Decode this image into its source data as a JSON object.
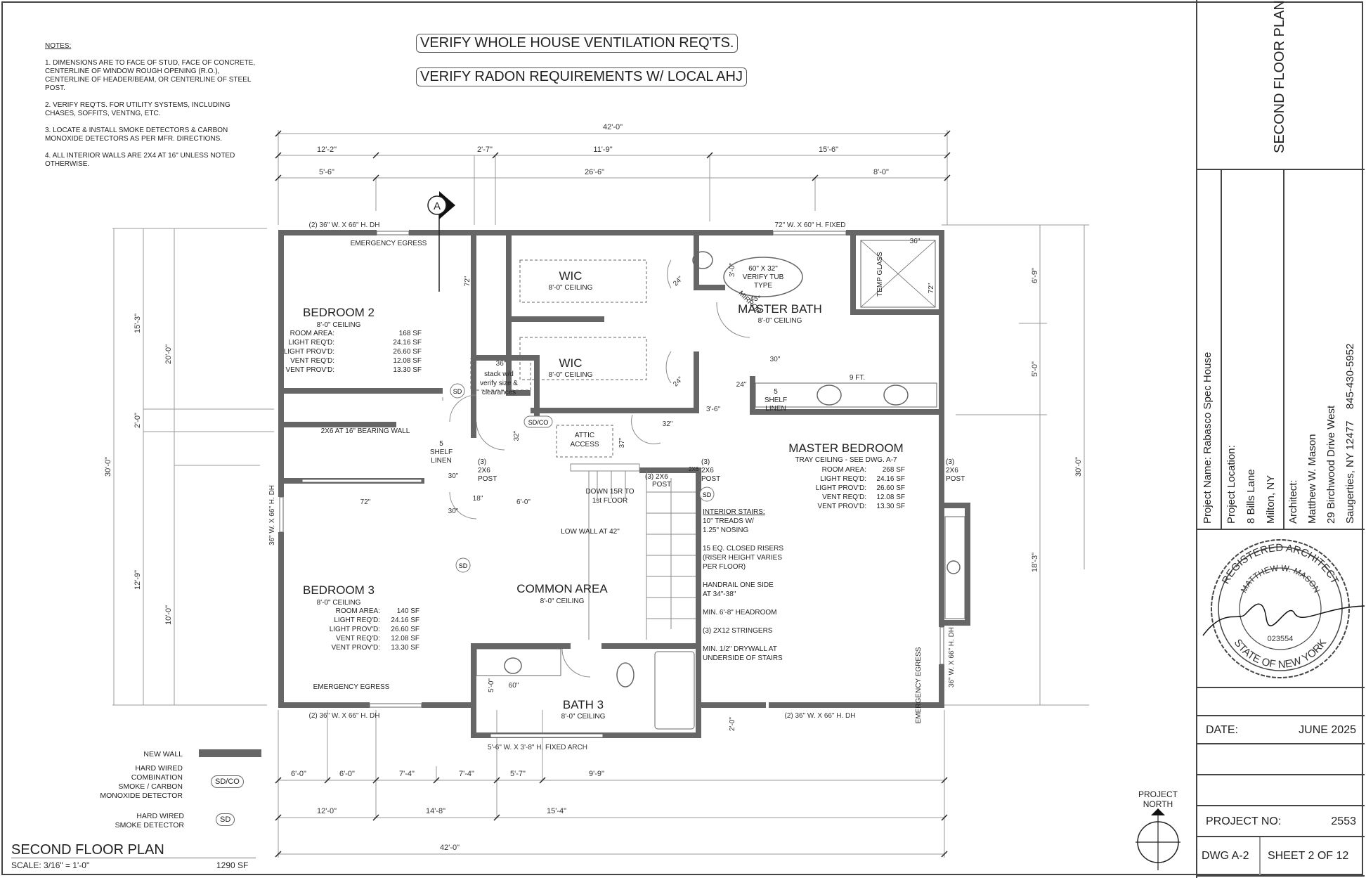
{
  "notes": {
    "heading": "NOTES:",
    "items": [
      "1.  DIMENSIONS ARE TO FACE OF STUD, FACE OF CONCRETE, CENTERLINE OF WINDOW ROUGH OPENING (R.O.), CENTERLINE OF HEADER/BEAM, OR CENTERLINE OF STEEL POST.",
      "2.  VERIFY REQ'TS. FOR UTILITY SYSTEMS, INCLUDING CHASES, SOFFITS, VENTNG, ETC.",
      "3.  LOCATE & INSTALL SMOKE DETECTORS & CARBON MONOXIDE DETECTORS AS PER MFR. DIRECTIONS.",
      "4.  ALL INTERIOR WALLS ARE 2X4 AT 16\" UNLESS NOTED OTHERWISE."
    ]
  },
  "callouts": {
    "ventilation": "VERIFY WHOLE HOUSE VENTILATION REQ'TS.",
    "radon": "VERIFY RADON REQUIREMENTS W/ LOCAL AHJ"
  },
  "dimensions": {
    "top_overall": "42'-0\"",
    "top_row2": [
      "12'-2\"",
      "2'-7\"",
      "11'-9\"",
      "15'-6\""
    ],
    "top_row3": [
      "5'-6\"",
      "26'-6\"",
      "8'-0\""
    ],
    "bottom_row1": [
      "6'-0\"",
      "6'-0\"",
      "7'-4\"",
      "7'-4\"",
      "5'-7\"",
      "9'-9\""
    ],
    "bottom_row2": [
      "12'-0\"",
      "14'-8\"",
      "15'-4\""
    ],
    "bottom_overall": "42'-0\"",
    "left_overall": "30'-0\"",
    "left_row2": [
      "15'-3\"",
      "2'-0\"",
      "12'-9\""
    ],
    "left_row3": [
      "20'-0\"",
      "10'-0\""
    ],
    "right_overall": "30'-0\"",
    "right_row2": [
      "6'-9\"",
      "5'-0\"",
      "18'-3\""
    ]
  },
  "section_marker": "A",
  "windows": {
    "top_left": "(2) 36\" W. X 66\" H. DH",
    "top_right": "72\" W. X 60\" H. FIXED",
    "left": "36\" W. X 66\" H. DH",
    "bottom_left": "(2) 36\" W. X 66\" H. DH",
    "bottom_mid": "5'-6\" W. X 3'-8\" H. FIXED ARCH",
    "bottom_right": "(2) 36\" W. X 66\" H. DH",
    "right": "36\" W. X 66\" H. DH"
  },
  "rooms": {
    "bedroom2": {
      "name": "BEDROOM 2",
      "ceiling": "8'-0\" CEILING",
      "labels": [
        "ROOM AREA:",
        "LIGHT REQ'D:",
        "LIGHT PROV'D:",
        "VENT REQ'D:",
        "VENT PROV'D:"
      ],
      "values": [
        "168 SF",
        "24.16 SF",
        "26.60 SF",
        "12.08 SF",
        "13.30 SF"
      ]
    },
    "bedroom3": {
      "name": "BEDROOM 3",
      "ceiling": "8'-0\" CEILING",
      "labels": [
        "ROOM AREA:",
        "LIGHT REQ'D:",
        "LIGHT PROV'D:",
        "VENT REQ'D:",
        "VENT PROV'D:"
      ],
      "values": [
        "140 SF",
        "24.16 SF",
        "26.60 SF",
        "12.08 SF",
        "13.30 SF"
      ]
    },
    "master_bedroom": {
      "name": "MASTER BEDROOM",
      "ceiling": "TRAY CEILING - SEE DWG. A-7",
      "labels": [
        "ROOM AREA:",
        "LIGHT REQ'D:",
        "LIGHT PROV'D:",
        "VENT REQ'D:",
        "VENT PROV'D:"
      ],
      "values": [
        "268 SF",
        "24.16 SF",
        "26.60 SF",
        "12.08 SF",
        "13.30 SF"
      ]
    },
    "wic1": {
      "name": "WIC",
      "ceiling": "8'-0\" CEILING"
    },
    "wic2": {
      "name": "WIC",
      "ceiling": "8'-0\" CEILING"
    },
    "master_bath": {
      "name": "MASTER BATH",
      "ceiling": "8'-0\" CEILING"
    },
    "common_area": {
      "name": "COMMON AREA",
      "ceiling": "8'-0\" CEILING"
    },
    "bath3": {
      "name": "BATH 3",
      "ceiling": "8'-0\" CEILING"
    }
  },
  "annotations": {
    "emergency_egress": "EMERGENCY EGRESS",
    "bearing_wall": "2X6 AT 16\" BEARING WALL",
    "stack_wd": [
      "stack w/d",
      "verify size &",
      "clearances"
    ],
    "attic_access": [
      "ATTIC",
      "ACCESS"
    ],
    "post": [
      "(3)",
      "2X6",
      "POST"
    ],
    "post_inline": [
      "(3) 2X6",
      "POST"
    ],
    "shelf_linen": [
      "5",
      "SHELF",
      "LINEN"
    ],
    "stairs_down": [
      "DOWN 15R TO",
      "1st FLOOR"
    ],
    "low_wall": "LOW WALL AT 42\"",
    "tub": [
      "60\" X 32\"",
      "VERIFY TUB",
      "TYPE"
    ],
    "temp_glass": "TEMP GLASS",
    "mirror": "MIRROR",
    "vanity": "9 FT.",
    "angle": "45°",
    "door_sizes": {
      "d72": "72\"",
      "d36": "36\"",
      "d32": "32\"",
      "d37": "37\"",
      "d30": "30\"",
      "d24": "24\"",
      "d18": "18\"",
      "d60": "60\"",
      "d3_0": "3'-0\"",
      "d3_6": "3'-6\"",
      "d6_0": "6'-0\"",
      "d5_0": "5'-0\"",
      "d2_0": "2'-0\"",
      "d2x6": "2X6"
    },
    "sd": "SD",
    "sdco": "SD/CO",
    "stair_notes": [
      "INTERIOR STAIRS:",
      "10\" TREADS W/",
      "1.25\" NOSING",
      "",
      "15 EQ. CLOSED RISERS",
      "(RISER HEIGHT VARIES",
      "PER FLOOR)",
      "",
      "HANDRAIL ONE SIDE",
      "AT 34\"-38\"",
      "",
      "MIN. 6'-8\" HEADROOM",
      "",
      "(3) 2X12 STRINGERS",
      "",
      "MIN. 1/2\" DRYWALL AT",
      "UNDERSIDE OF STAIRS"
    ]
  },
  "legend": {
    "new_wall": "NEW WALL",
    "sdco_desc": [
      "HARD WIRED",
      "COMBINATION",
      "SMOKE / CARBON",
      "MONOXIDE DETECTOR"
    ],
    "sd_desc": [
      "HARD WIRED",
      "SMOKE DETECTOR"
    ],
    "sdco_symbol": "SD/CO",
    "sd_symbol": "SD"
  },
  "plan_title": {
    "title": "SECOND FLOOR PLAN",
    "scale": "SCALE: 3/16\" = 1'-0\"",
    "area": "1290 SF"
  },
  "north": {
    "label_1": "PROJECT",
    "label_2": "NORTH"
  },
  "title_block": {
    "sheet_title": "SECOND FLOOR PLAN",
    "project_name": "Project Name:  Rabasco Spec House",
    "project_location_label": "Project Location:",
    "project_location_1": "8 Bills Lane",
    "project_location_2": "Milton, NY",
    "architect_label": "Architect:",
    "architect_name": "Matthew W. Mason",
    "architect_addr_1": "29 Birchwood Drive West",
    "architect_addr_2": "Saugerties, NY 12477",
    "phone": "845-430-5952",
    "seal": {
      "top": "REGISTERED ARCHITECT",
      "name": "MATTHEW W. MASON",
      "number": "023554",
      "bottom": "STATE OF NEW YORK"
    },
    "date_label": "DATE:",
    "date_value": "JUNE 2025",
    "project_no_label": "PROJECT NO:",
    "project_no_value": "2553",
    "dwg": "DWG A-2",
    "sheet": "SHEET 2 OF 12"
  }
}
